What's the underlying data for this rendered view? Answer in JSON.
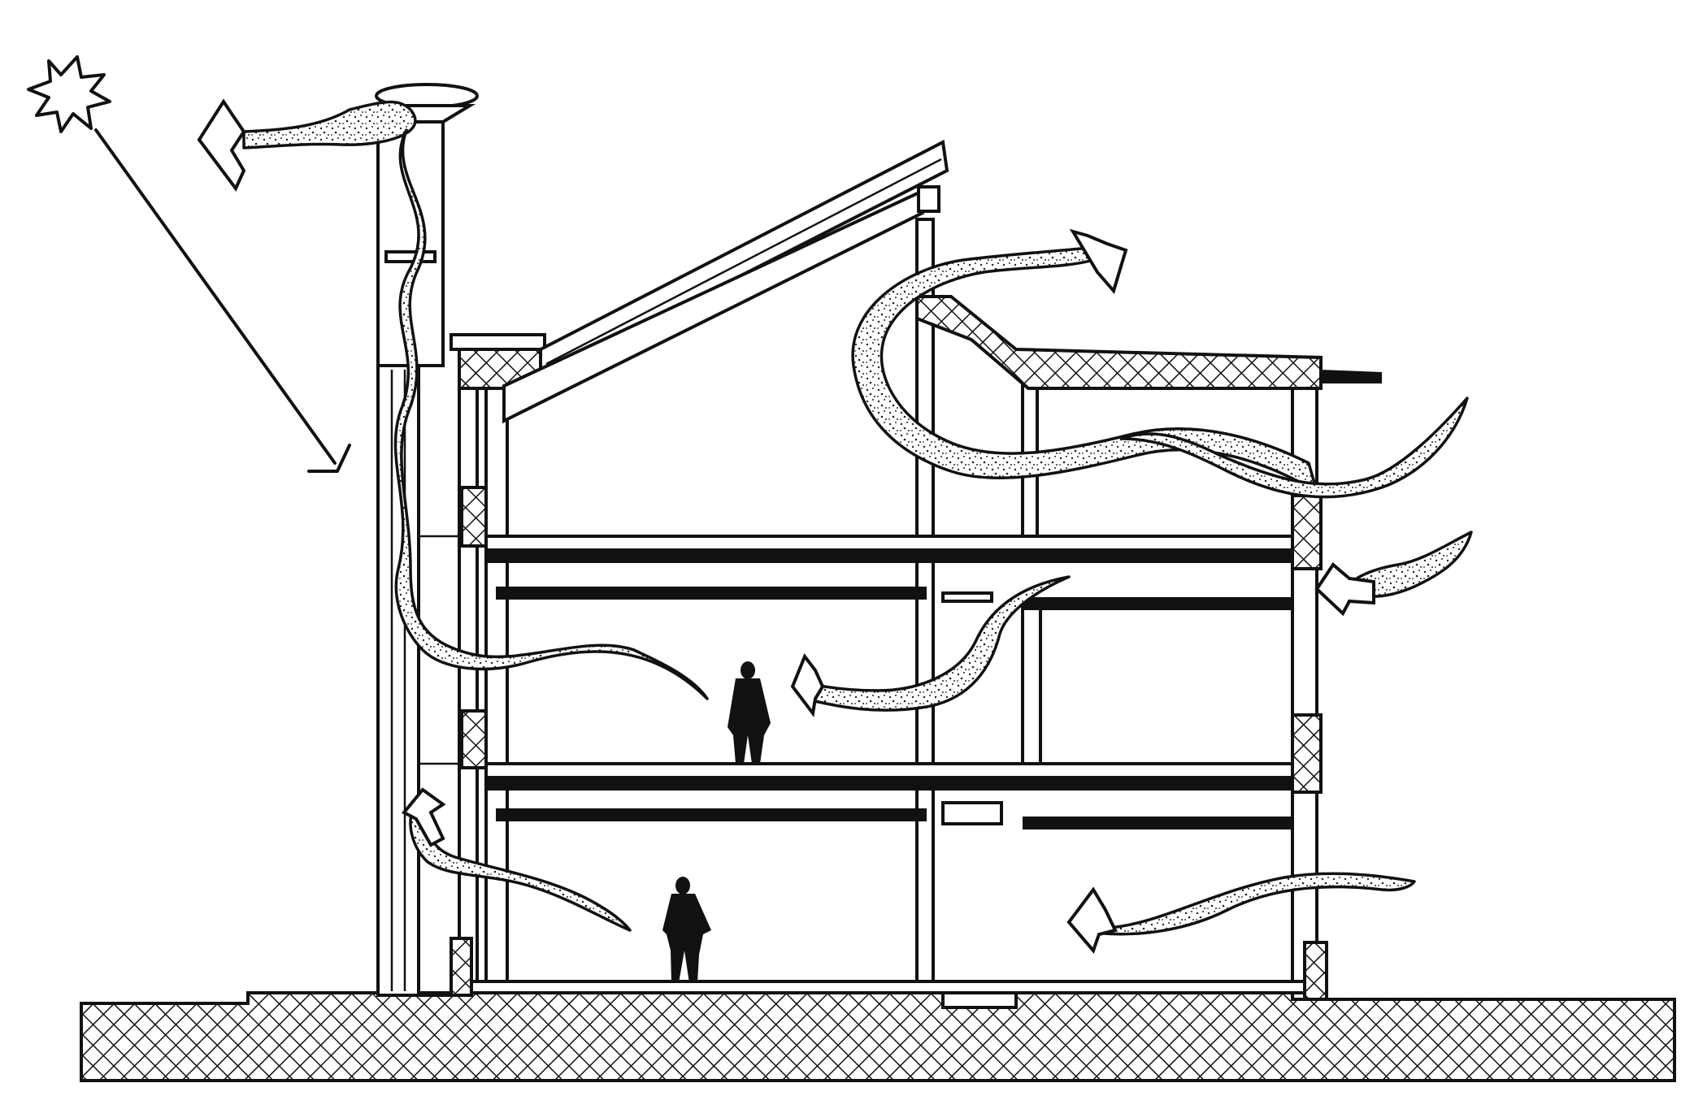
{
  "figure": {
    "subject": "building-section-natural-ventilation",
    "colors": {
      "ink": "#111111",
      "paper": "#ffffff"
    },
    "elements": {
      "sun": "sun-icon",
      "chimney": "solar-chimney",
      "roof": "sloped-roof",
      "floors": [
        "ground-floor",
        "first-floor",
        "second-floor"
      ],
      "figures": [
        "person-upper-floor",
        "person-ground-floor"
      ],
      "airflow_count": 7
    }
  }
}
